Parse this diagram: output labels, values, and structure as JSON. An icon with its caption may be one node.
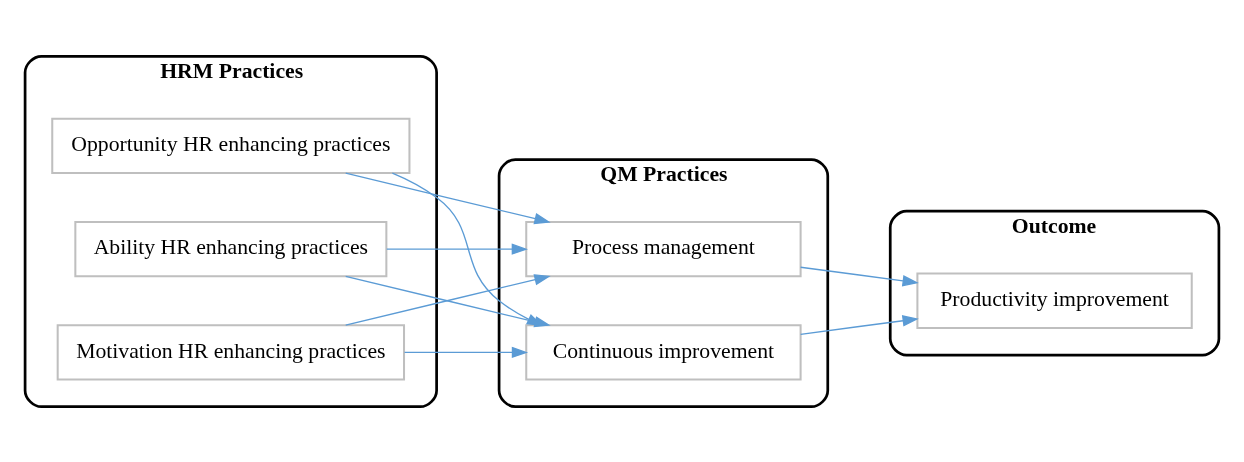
{
  "diagram": {
    "nodes": [
      {
        "text": [
          "HRM Practices"
        ]
      },
      {
        "text": [
          "Ability HR enhancing practices"
        ],
        "in": 0
      },
      {
        "text": [
          "Motivation HR enhancing practices"
        ],
        "in": 0
      },
      {
        "text": [
          "Opportunity HR enhancing practices"
        ],
        "in": 0
      },
      {
        "text": [
          "QM Practices"
        ]
      },
      {
        "text": [
          "Process management"
        ],
        "in": 4
      },
      {
        "text": [
          "Continuous improvement"
        ],
        "in": 4
      },
      {
        "text": [
          "Outcome"
        ]
      },
      {
        "text": [
          "Productivity improvement"
        ],
        "in": 7
      }
    ],
    "edges": [
      {
        "from": 1,
        "to": 5,
        "arrow": "to"
      },
      {
        "from": 1,
        "to": 6,
        "arrow": "to"
      },
      {
        "from": 2,
        "to": 5,
        "arrow": "to"
      },
      {
        "from": 2,
        "to": 6,
        "arrow": "to"
      },
      {
        "from": 3,
        "to": 5,
        "arrow": "to"
      },
      {
        "from": 3,
        "to": 6,
        "arrow": "to"
      },
      {
        "from": 5,
        "to": 8,
        "arrow": "to"
      },
      {
        "from": 6,
        "to": 8,
        "arrow": "to"
      }
    ]
  }
}
